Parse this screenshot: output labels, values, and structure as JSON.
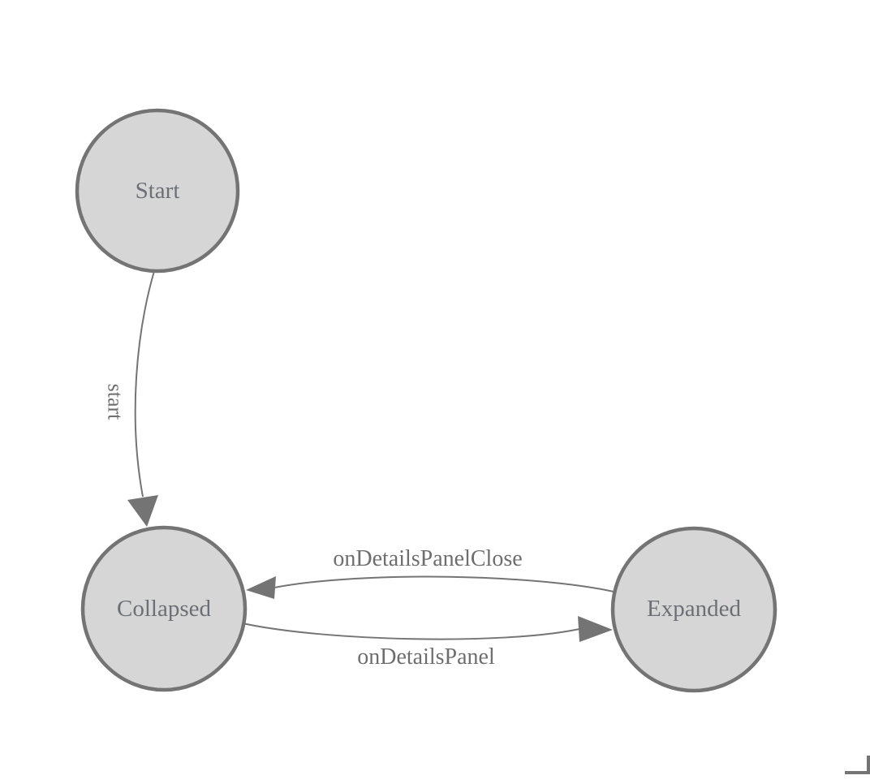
{
  "diagram": {
    "type": "state-machine",
    "colors": {
      "background": "#ffffff",
      "node_fill": "#d6d6d6",
      "node_stroke": "#747474",
      "edge": "#747474",
      "node_text": "#6c7076",
      "edge_text": "#6e6e6e"
    },
    "nodes": [
      {
        "id": "start",
        "label": "Start"
      },
      {
        "id": "collapsed",
        "label": "Collapsed"
      },
      {
        "id": "expanded",
        "label": "Expanded"
      }
    ],
    "edges": [
      {
        "from": "Start",
        "to": "Collapsed",
        "label": "start"
      },
      {
        "from": "Expanded",
        "to": "Collapsed",
        "label": "onDetailsPanelClose"
      },
      {
        "from": "Collapsed",
        "to": "Expanded",
        "label": "onDetailsPanel"
      }
    ]
  }
}
